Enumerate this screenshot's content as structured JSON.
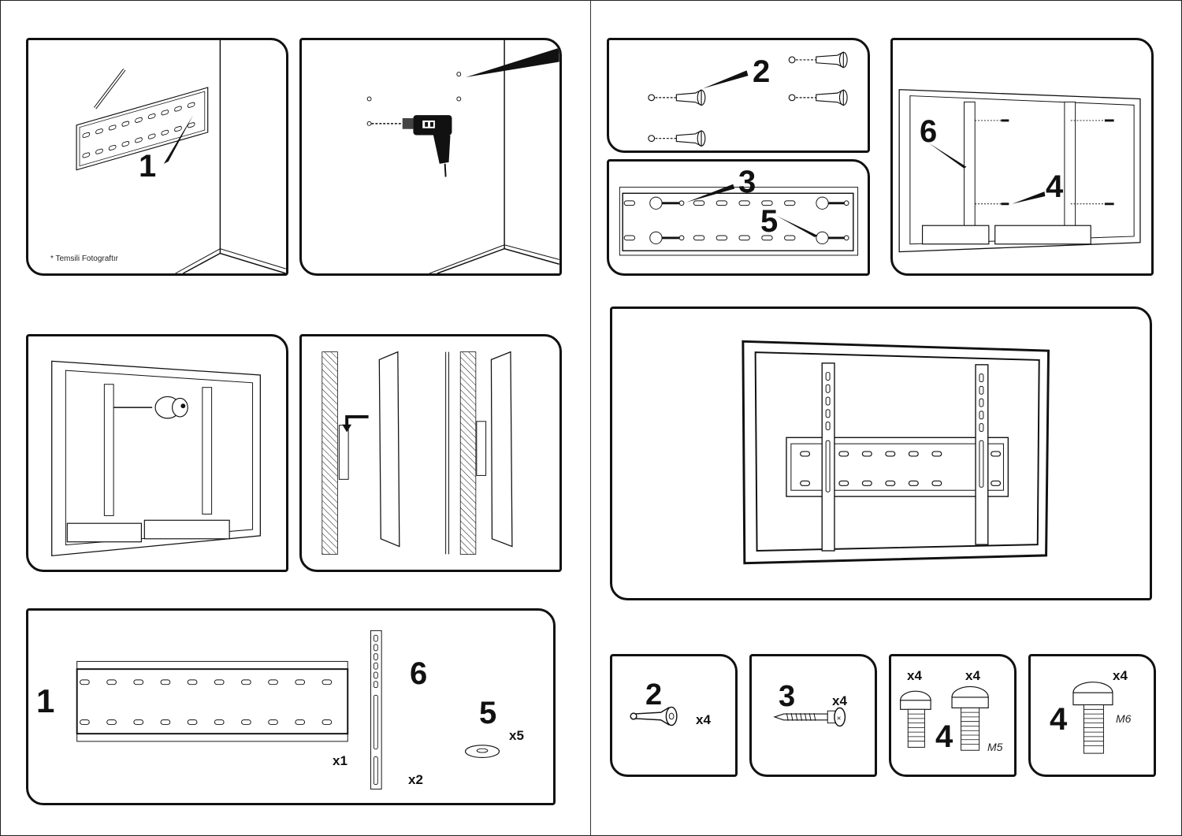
{
  "document": {
    "title": "TV wall mount installation instructions",
    "disclaimer": "* Temsili Fotograftır"
  },
  "steps": {
    "step1_label": "1",
    "step2_label": "2",
    "step3_label": "3",
    "step5_label": "5",
    "step6_label": "6",
    "step4_label": "4"
  },
  "parts_main": [
    {
      "label": "1",
      "qty": "x1",
      "name": "wall-plate"
    },
    {
      "label": "6",
      "qty": "x2",
      "name": "tv-bracket-arms"
    },
    {
      "label": "5",
      "qty": "x5",
      "name": "washer"
    }
  ],
  "parts_hardware": [
    {
      "label": "2",
      "qty": "x4",
      "name": "wall-anchor"
    },
    {
      "label": "3",
      "qty": "x4",
      "name": "lag-screw"
    },
    {
      "label": "4",
      "qty_a": "x4",
      "qty_b": "x4",
      "size": "M5",
      "name": "machine-screw-m5"
    },
    {
      "label": "4",
      "qty": "x4",
      "size": "M6",
      "name": "machine-screw-m6"
    }
  ],
  "colors": {
    "ink": "#111111",
    "paper": "#ffffff"
  }
}
